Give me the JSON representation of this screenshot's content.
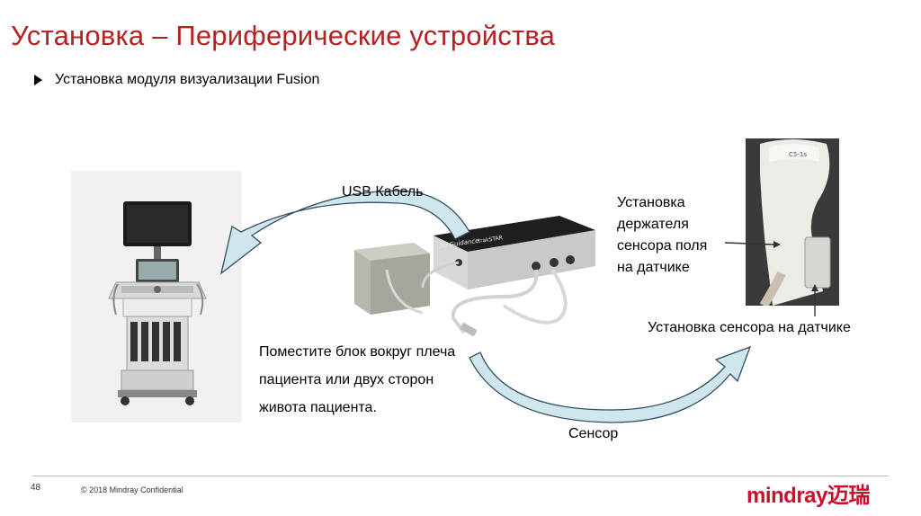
{
  "slide": {
    "title": "Установка – Периферические устройства",
    "bullet": "Установка модуля визуализации Fusion",
    "page_number": "48",
    "copyright": "© 2018  Mindray Confidential",
    "logo": "mindray迈瑞"
  },
  "labels": {
    "usb_cable": "USB Кабель",
    "holder": "Установка держателя сенсора поля на датчике",
    "sensor_install": "Установка сенсора на датчике",
    "place_block": "Поместите блок вокруг плеча пациента или двух сторон живота пациента.",
    "sensor": "Сенсор"
  },
  "device": {
    "brand_text": "3D Guidance",
    "model_text": "trakSTAR"
  },
  "probe": {
    "model_text": "C5-1s"
  },
  "colors": {
    "title": "#b22222",
    "arrow_fill": "#cfe6ee",
    "arrow_stroke": "#2f4f5f",
    "logo": "#c8102e"
  },
  "icons": [
    "arrow-bullet-icon",
    "curved-arrow-icon"
  ]
}
